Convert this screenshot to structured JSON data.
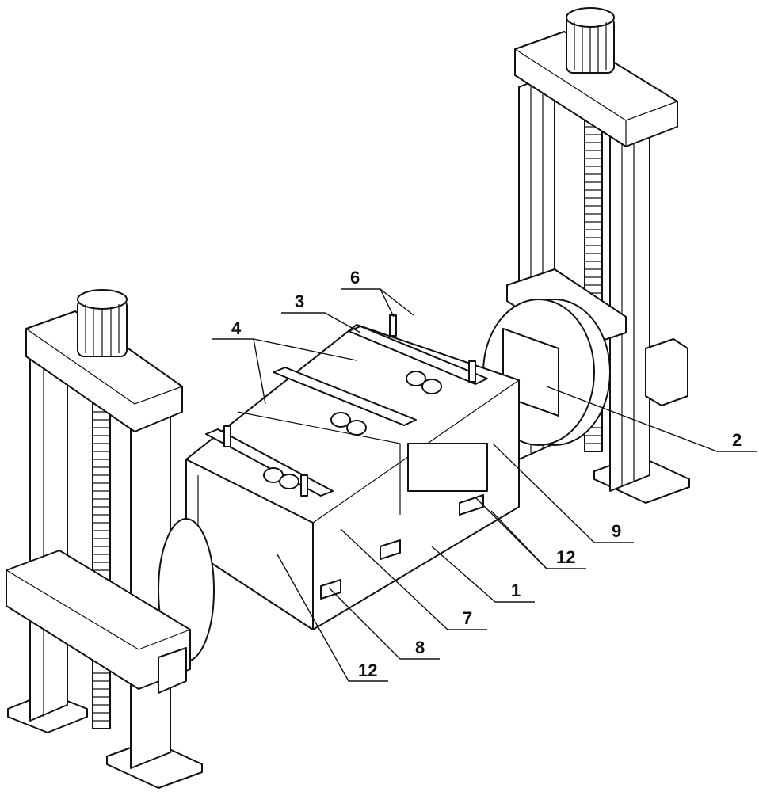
{
  "figure": {
    "labels": {
      "l6": "6",
      "l3": "3",
      "l4": "4",
      "l2": "2",
      "l9": "9",
      "l12a": "12",
      "l1": "1",
      "l7": "7",
      "l8": "8",
      "l12b": "12"
    }
  }
}
